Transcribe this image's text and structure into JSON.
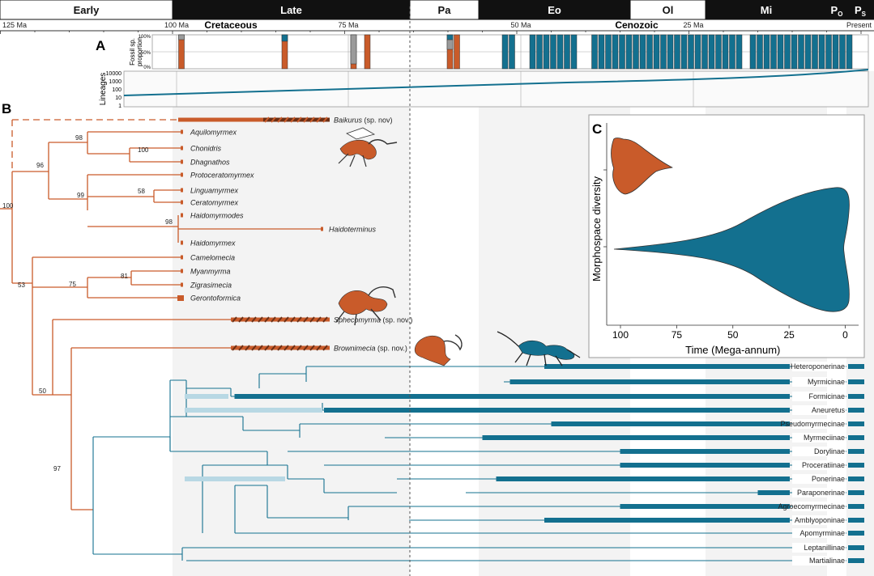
{
  "colors": {
    "cretaceous": "#c95b2a",
    "modern": "#13708f",
    "modern_light": "#b8d8e4",
    "grey": "#9a9a9a",
    "shade": "#f3f3f3"
  },
  "periods": [
    {
      "label": "Early"
    },
    {
      "label": "Late"
    },
    {
      "label": "Pa"
    },
    {
      "label": "Eo"
    },
    {
      "label": "Ol"
    },
    {
      "label": "Mi"
    },
    {
      "label": "P",
      "sub": "O"
    },
    {
      "label": "P",
      "sub": "S"
    }
  ],
  "era_labels": {
    "cretaceous": "Cretaceous",
    "cenozoic": "Cenozoic"
  },
  "time_ticks": [
    "125 Ma",
    "100 Ma",
    "75 Ma",
    "50 Ma",
    "25 Ma",
    "Present Day"
  ],
  "panel_labels": {
    "a": "A",
    "b": "B",
    "c": "C"
  },
  "fossil_axis": {
    "title_line1": "Fossil sp.",
    "title_line2": "proportion",
    "ticks": [
      "100%",
      "50%",
      "0%"
    ]
  },
  "lineage_axis": {
    "title": "Lineages",
    "ticks": [
      "10000",
      "1000",
      "100",
      "10",
      "1"
    ]
  },
  "fossil_bars": {
    "cretaceous_ma": [
      99,
      84,
      74,
      72,
      60,
      59
    ],
    "cenozoic_ma": [
      52,
      51,
      48,
      47,
      46,
      45,
      44,
      43,
      42,
      39,
      38,
      37,
      36,
      35,
      34,
      33,
      32,
      31,
      30,
      29,
      28,
      27,
      26,
      25,
      24,
      23,
      22,
      21,
      20,
      19,
      18,
      16,
      15,
      14,
      13,
      12,
      11,
      10,
      9,
      8,
      7,
      6,
      5,
      4,
      3,
      2
    ]
  },
  "cretaceous_taxa": [
    {
      "name": "Baikurus",
      "note": "(sp. nov)"
    },
    {
      "name": "Aquilomyrmex"
    },
    {
      "name": "Chonidris"
    },
    {
      "name": "Dhagnathos"
    },
    {
      "name": "Protoceratomyrmex"
    },
    {
      "name": "Linguamyrmex"
    },
    {
      "name": "Ceratomyrmex"
    },
    {
      "name": "Haidomyrmodes"
    },
    {
      "name": "Haidoterminus"
    },
    {
      "name": "Haidomyrmex"
    },
    {
      "name": "Camelomecia"
    },
    {
      "name": "Myanmyrma"
    },
    {
      "name": "Zigrasimecia"
    },
    {
      "name": "Gerontoformica"
    },
    {
      "name": "Sphecomyrma",
      "note": "(sp. nov.)"
    },
    {
      "name": "Brownimecia",
      "note": "(sp. nov.)"
    }
  ],
  "support_values": [
    "98",
    "100",
    "96",
    "99",
    "58",
    "98",
    "100",
    "81",
    "75",
    "53",
    "50",
    "97"
  ],
  "subfamilies": [
    "Heteroponerinae",
    "Myrmicinae",
    "Formicinae",
    "Aneuretus",
    "Pseudomyrmecinae",
    "Myrmeciinae",
    "Dorylinae",
    "Proceratiinae",
    "Ponerinae",
    "Paraponerinae",
    "Agroecomyrmecinae",
    "Amblyoponinae",
    "Apomyrminae",
    "Leptanillinae",
    "Martialinae"
  ],
  "chart_data": {
    "type": "violin",
    "xlabel": "Time (Mega-annum)",
    "ylabel": "Morphospace diversity",
    "xticks": [
      100,
      75,
      50,
      25,
      0
    ],
    "xlim": [
      105,
      -3
    ],
    "series": [
      {
        "color": "#c95b2a",
        "range_ma": [
          103,
          77
        ]
      },
      {
        "color": "#13708f",
        "range_ma": [
          100,
          0
        ]
      }
    ]
  }
}
